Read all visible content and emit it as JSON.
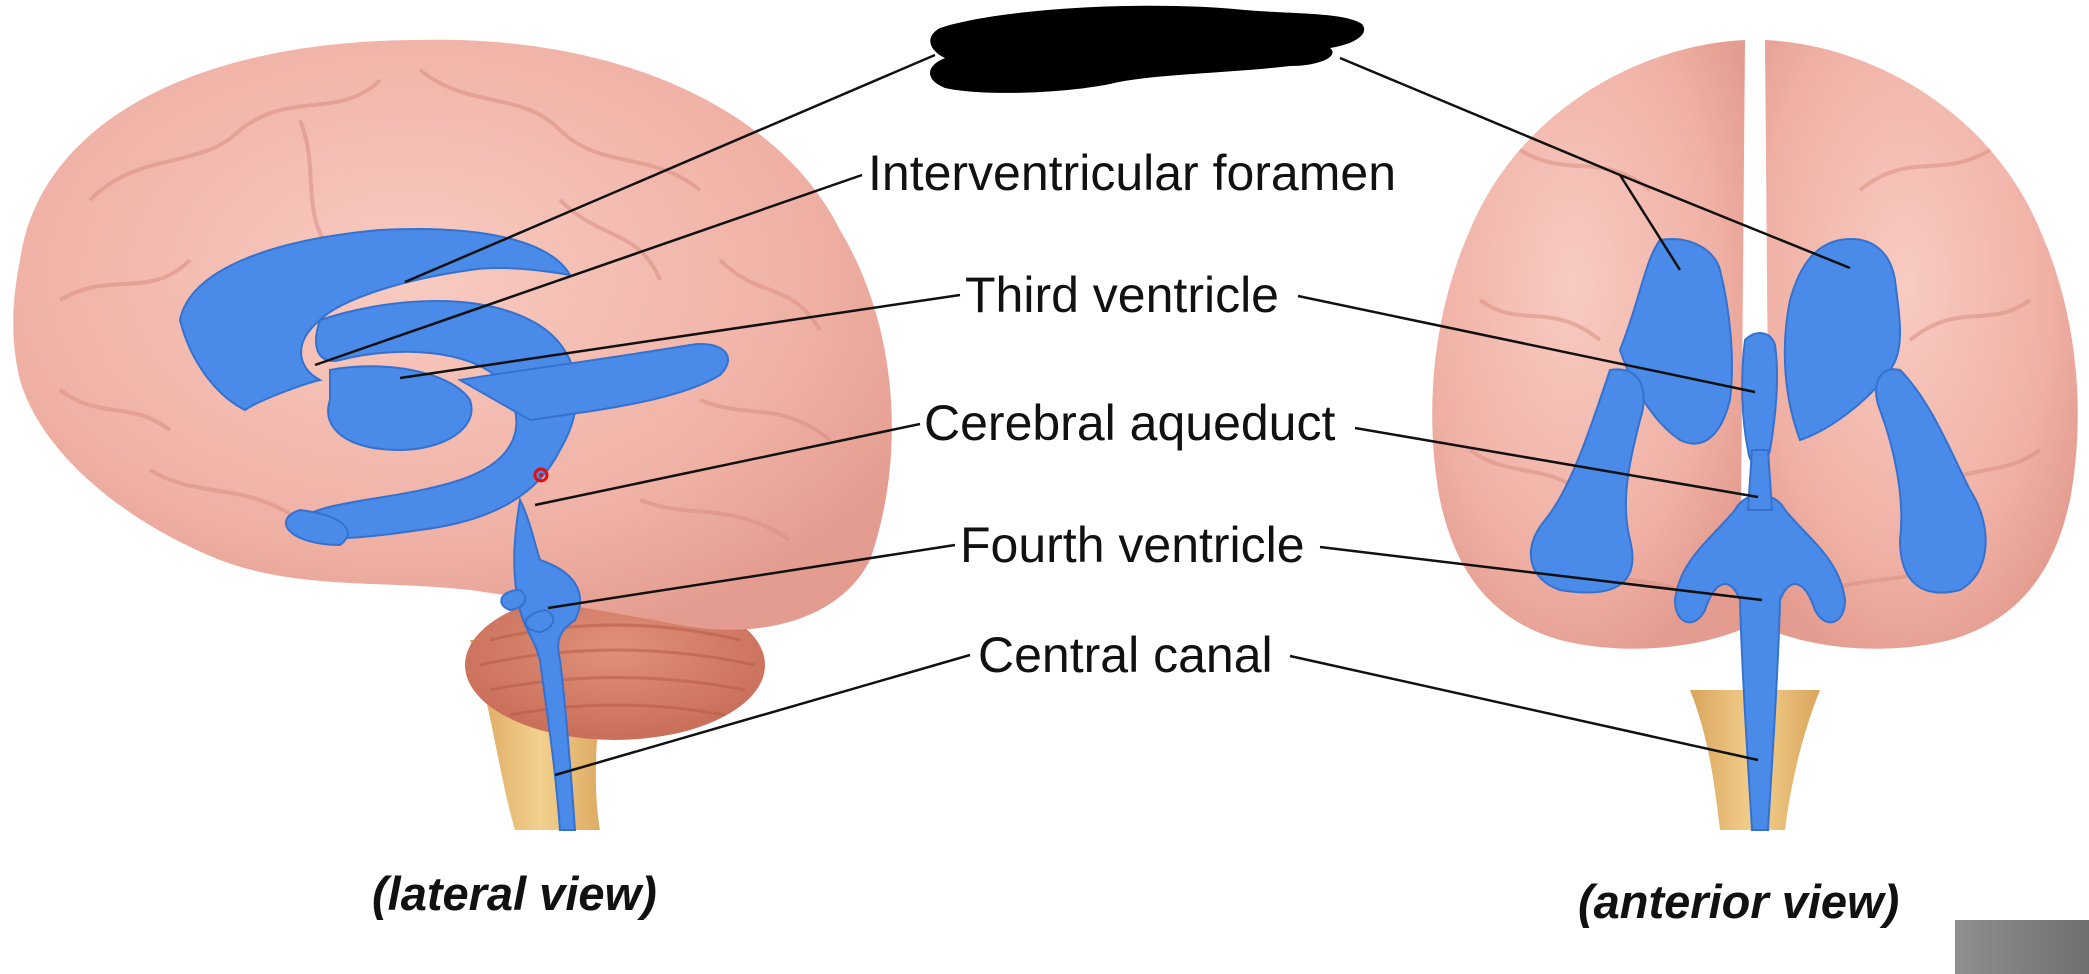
{
  "labels": {
    "redacted": "",
    "interventricular_foramen": "Interventricular foramen",
    "third_ventricle": "Third ventricle",
    "cerebral_aqueduct": "Cerebral aqueduct",
    "fourth_ventricle": "Fourth ventricle",
    "central_canal": "Central canal"
  },
  "captions": {
    "lateral": "(lateral view)",
    "anterior": "(anterior view)"
  },
  "colors": {
    "brain": "#f3b8ad",
    "ventricle": "#4a8ae8",
    "cerebellum": "#d8826a",
    "brainstem": "#e8c078",
    "redaction": "#000000",
    "marker": "#e01010"
  }
}
